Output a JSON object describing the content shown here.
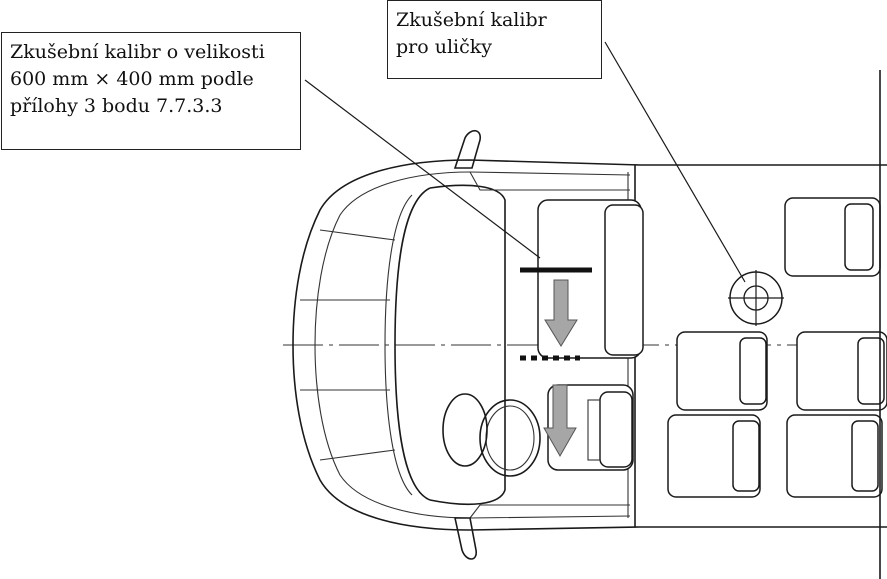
{
  "labels": {
    "gauge": {
      "lines": [
        "Zkušební kalibr o velikosti",
        "600 mm × 400 mm podle",
        "přílohy 3 bodu 7.7.3.3"
      ]
    },
    "aisle": {
      "lines": [
        "Zkušební kalibr",
        "pro uličky"
      ]
    }
  },
  "colors": {
    "arrow": "#a6a6a6",
    "line": "#1a1a1a",
    "gauge_bar": "#111111"
  },
  "icons": [
    "aisle-gauge-crosshair-icon",
    "down-arrow-icon"
  ]
}
